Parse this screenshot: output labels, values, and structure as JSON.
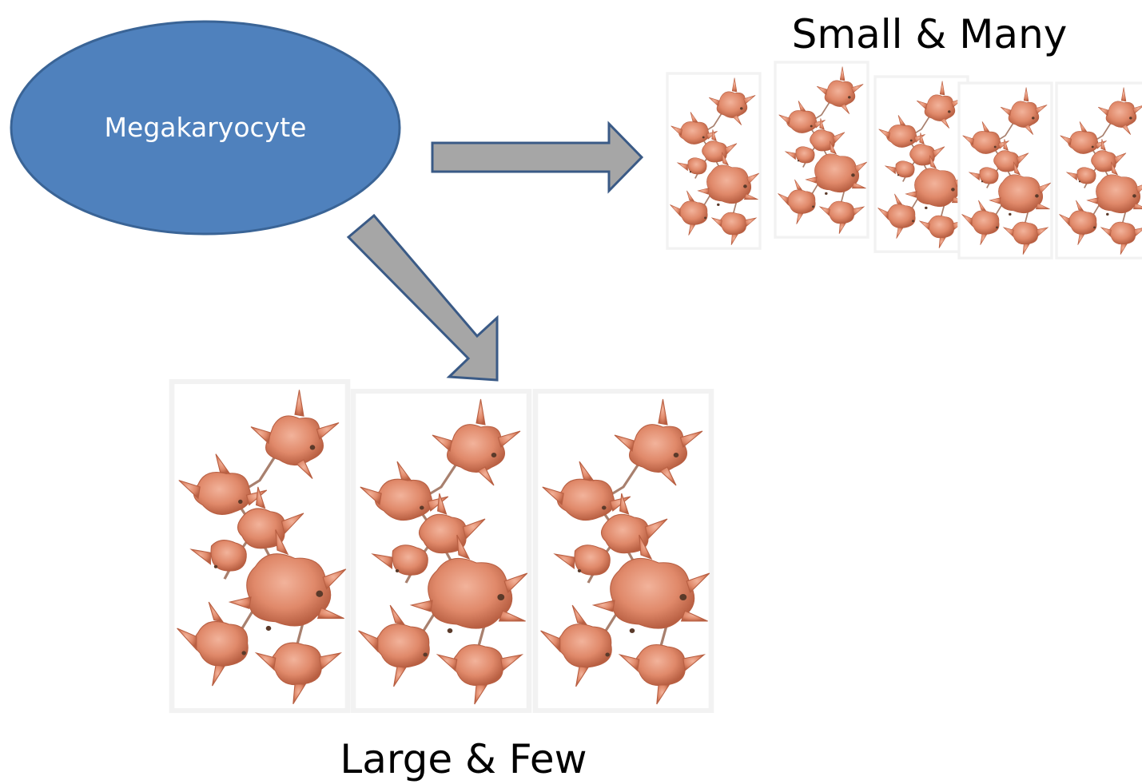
{
  "diagram": {
    "source_node": {
      "label": "Megakaryocyte",
      "color": "#4F81BD",
      "border_color": "#3A6496"
    },
    "outcomes": [
      {
        "label": "Small & Many",
        "platelet_clusters": 5,
        "cluster_size": "small"
      },
      {
        "label": "Large & Few",
        "platelet_clusters": 3,
        "cluster_size": "large"
      }
    ],
    "arrow_color": "#A6A6A6",
    "arrow_border_color": "#3A5A86",
    "platelet_color": "#E0896A",
    "platelet_dark_color": "#B85F42"
  }
}
